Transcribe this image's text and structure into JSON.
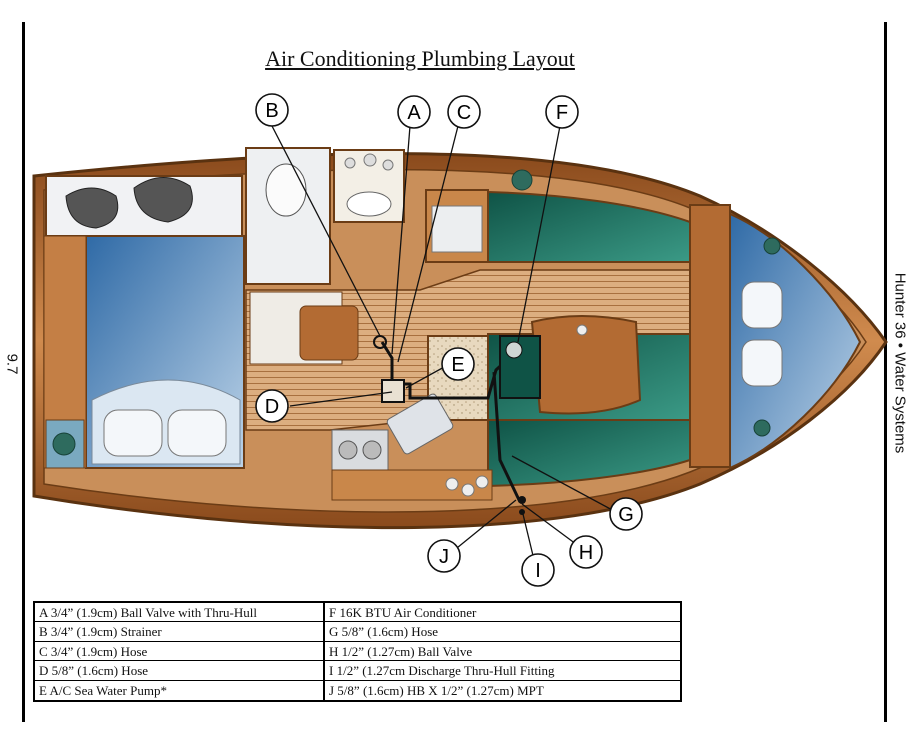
{
  "title": "Air Conditioning Plumbing Layout",
  "side_label_right": "Hunter 36 • Water Systems",
  "side_label_left": "9.7",
  "callouts": [
    "A",
    "B",
    "C",
    "D",
    "E",
    "F",
    "G",
    "H",
    "I",
    "J"
  ],
  "legend": [
    {
      "left": "A 3/4” (1.9cm) Ball Valve with Thru-Hull",
      "right": "F 16K BTU Air Conditioner"
    },
    {
      "left": "B 3/4” (1.9cm) Strainer",
      "right": "G 5/8” (1.6cm) Hose"
    },
    {
      "left": "C 3/4” (1.9cm) Hose",
      "right": "H 1/2” (1.27cm) Ball Valve"
    },
    {
      "left": "D 5/8” (1.6cm) Hose",
      "right": "I 1/2” (1.27cm Discharge Thru-Hull Fitting"
    },
    {
      "left": "E A/C Sea Water Pump*",
      "right": "J 5/8” (1.6cm) HB X 1/2” (1.27cm) MPT"
    }
  ],
  "colors": {
    "wood": "#b86a2e",
    "hull": "#c9874a",
    "sole": "#d9a878",
    "cushion": "#1f6b5c",
    "berth": "#4f7fb0",
    "white": "#f4f4f6"
  }
}
